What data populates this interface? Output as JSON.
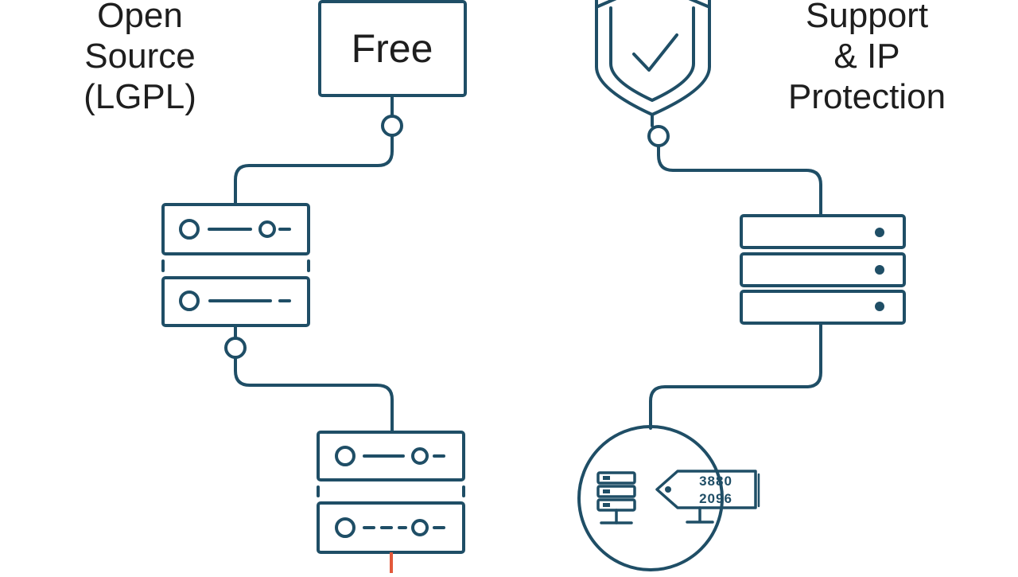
{
  "left_label": {
    "lines": [
      "Open",
      "Source",
      "(LGPL)"
    ]
  },
  "right_label": {
    "lines": [
      "Support",
      "& IP",
      "Protection"
    ]
  },
  "free_box": {
    "label": "Free"
  },
  "tag": {
    "line1": "3880",
    "line2": "2096"
  },
  "colors": {
    "stroke": "#1f4e66",
    "accent": "#e2583a",
    "text": "#1e1e1e",
    "background": "#ffffff"
  },
  "icons": [
    "shield-check-icon",
    "server-rack-icon",
    "price-tag-icon"
  ]
}
